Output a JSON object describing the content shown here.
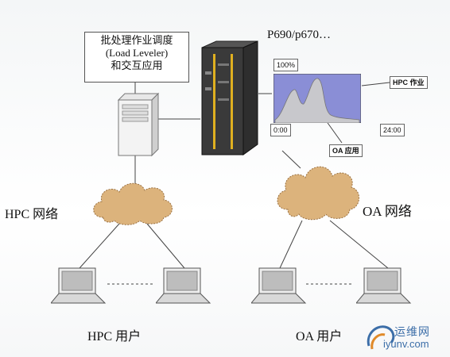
{
  "scheduler_box": {
    "line1": "批处理作业调度",
    "line2": "(Load Leveler)",
    "line3": "和交互应用"
  },
  "server_label": "P690/p670…",
  "chart": {
    "top_label": "100%",
    "start_label": "0:00",
    "end_label": "24:00",
    "hpc_label": "HPC 作业",
    "oa_label": "OA 应用",
    "colors": {
      "hpc": "#8a8ed6",
      "oa": "#c8c8cc"
    }
  },
  "networks": {
    "hpc": "HPC 网络",
    "oa": "OA 网络"
  },
  "users": {
    "hpc": "HPC 用户",
    "oa": "OA 用户"
  },
  "watermark": {
    "cn": "运维网",
    "en": "iyunv.com"
  }
}
